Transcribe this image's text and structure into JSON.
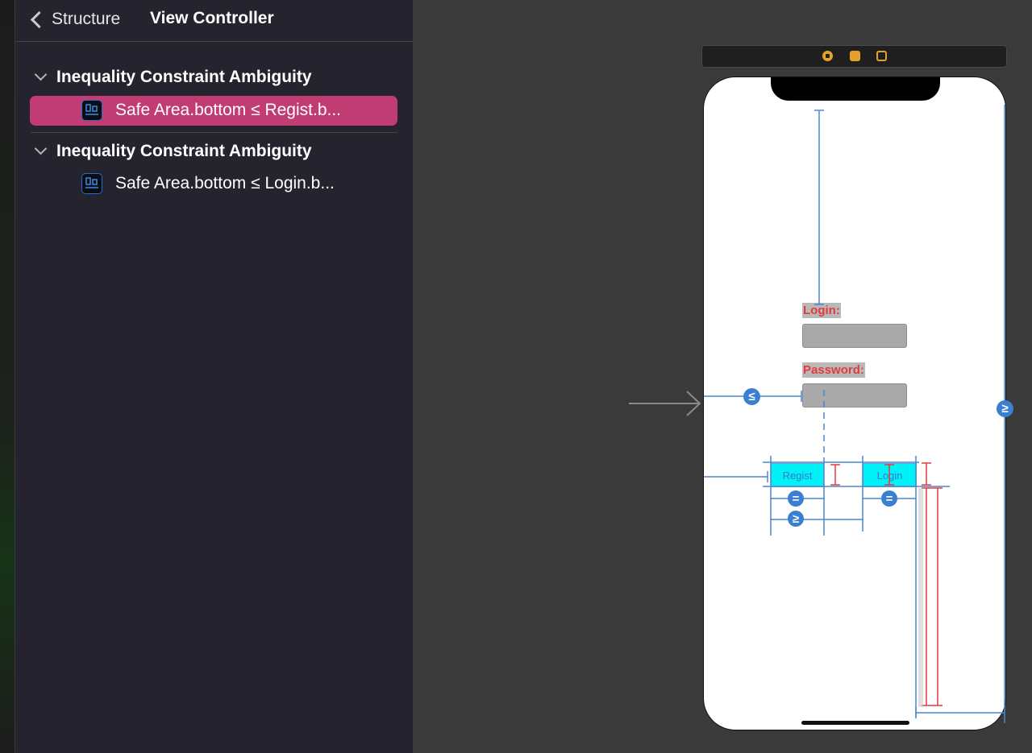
{
  "navigator": {
    "back_label": "Structure",
    "title": "View Controller",
    "groups": [
      {
        "title": "Inequality Constraint Ambiguity",
        "item": {
          "label": "Safe Area.bottom ≤ Regist.b...",
          "selected": true,
          "icon": "constraint-icon"
        }
      },
      {
        "title": "Inequality Constraint Ambiguity",
        "item": {
          "label": "Safe Area.bottom ≤ Login.b...",
          "selected": false,
          "icon": "constraint-icon"
        }
      }
    ]
  },
  "scene": {
    "dock_icons": [
      "view-controller-icon",
      "first-responder-icon",
      "exit-icon"
    ],
    "labels": {
      "login": "Login:",
      "password": "Password:"
    },
    "buttons": {
      "regist": "Regist",
      "login": "Login"
    },
    "badges": {
      "leq": "≤",
      "geq": "≥",
      "eq": "="
    }
  },
  "colors": {
    "selection": "#c03c73",
    "constraint": "#4a86d1",
    "ambiguous": "#e33b3b",
    "button_fill": "#00f2f6"
  }
}
